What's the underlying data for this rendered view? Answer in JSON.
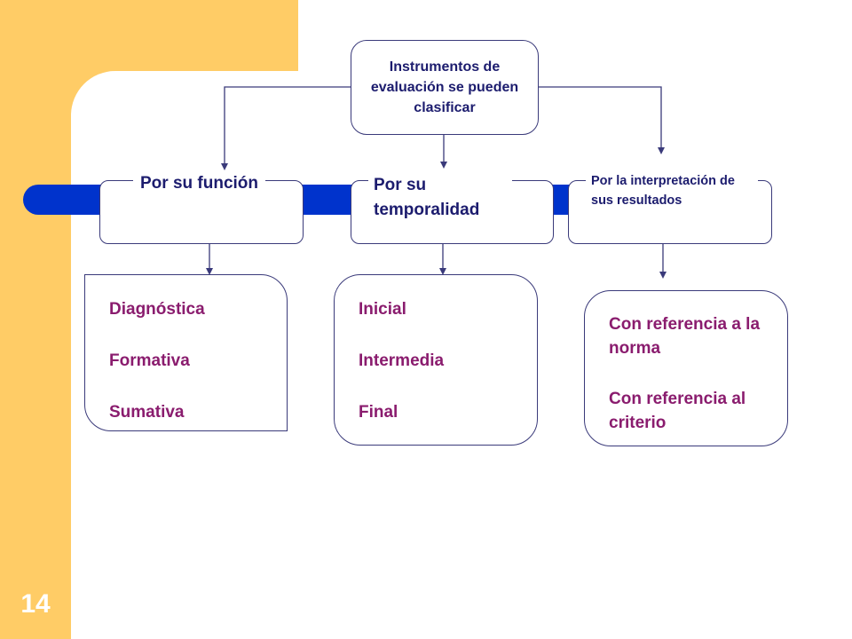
{
  "slide_number": "14",
  "root": {
    "text": "Instrumentos de evaluación se pueden clasificar"
  },
  "categories": [
    {
      "label": "Por su función",
      "items": [
        "Diagnóstica",
        "Formativa",
        "Sumativa"
      ]
    },
    {
      "label": "Por su temporalidad",
      "items": [
        "Inicial",
        "Intermedia",
        "Final"
      ]
    },
    {
      "label": "Por la interpretación de sus resultados",
      "items": [
        "Con referencia a la norma",
        "Con referencia al criterio"
      ]
    }
  ],
  "colors": {
    "background_band": "#ffcc66",
    "bar": "#0033cc",
    "connector": "#3a3a7a",
    "heading_text": "#1c1c6e",
    "item_text": "#8a1c6e"
  }
}
